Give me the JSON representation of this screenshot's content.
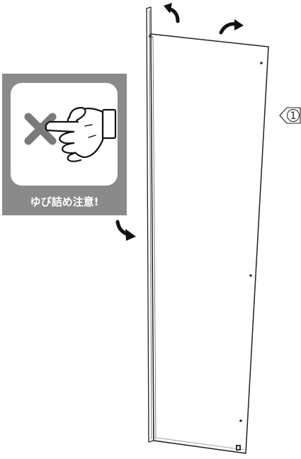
{
  "warning_sign": {
    "caption": "ゆび詰め注意!",
    "icon": "finger-pinch-caution-icon",
    "colors": {
      "frame": "#8a8a8a",
      "inner": "#ffffff",
      "cross": "#7a7a7a"
    }
  },
  "callout": {
    "label": "1"
  },
  "rotation_arrows": {
    "icon": "curved-arrow-icon",
    "count": 3
  }
}
